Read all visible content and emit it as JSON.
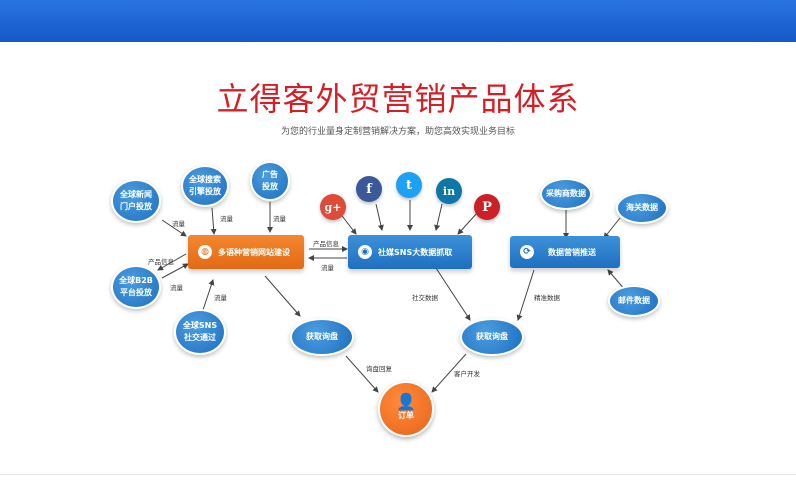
{
  "header": {
    "title": "立得客外贸营销产品体系",
    "subtitle": "为您的行业量身定制营销解决方案，助您高效实现业务目标"
  },
  "colors": {
    "title": "#d51f26",
    "node_blue": "#1d6fbf",
    "node_orange": "#e7641a",
    "topbar": "#1f66d6"
  },
  "boxes": {
    "website": "多语种营销网站建设",
    "sns": "社媒SNS大数据抓取",
    "edm": "数据营销推送"
  },
  "nodes": {
    "portal": "全球新闻\n门户投放",
    "search": "全球搜索\n引擎投放",
    "ads": "广告\n投放",
    "b2b": "全球B2B\n平台投放",
    "snspost": "全球SNS\n社交通过",
    "inquiry_left": "获取询盘",
    "inquiry_right": "获取询盘",
    "buyer": "采购商数据",
    "customs": "海关数据",
    "email": "邮件数据",
    "order": "订单"
  },
  "social": {
    "google": "g+",
    "facebook": "f",
    "twitter": "t",
    "linkedin": "in",
    "pinterest": "P"
  },
  "edge_labels": {
    "flow1": "流量",
    "flow2": "流量",
    "flow3": "流量",
    "product_info_left": "产品信息",
    "flow4": "流量",
    "flow5": "流量",
    "product_info_mid": "产品信息",
    "flow_mid": "流量",
    "social_data": "社交数据",
    "precise_data": "精准数据",
    "inquiry_reply": "询盘回复",
    "customer_dev": "客户开发"
  }
}
